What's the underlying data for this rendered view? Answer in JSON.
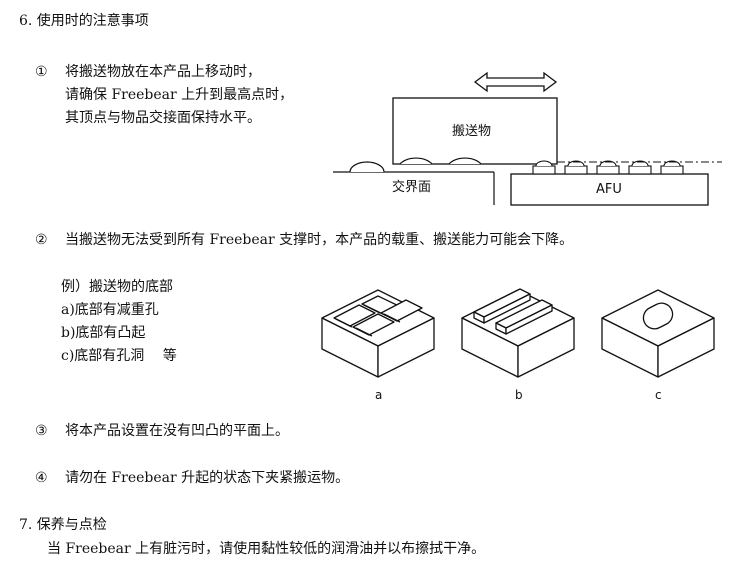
{
  "section6": {
    "title": "6. 使用时的注意事项",
    "item1": {
      "marker": "①",
      "lines": [
        "将搬送物放在本产品上移动时，",
        "请确保 Freebear 上升到最高点时，",
        "其顶点与物品交接面保持水平。"
      ],
      "figure": {
        "load_label": "搬送物",
        "interface_label": "交界面",
        "afu_label": "AFU"
      }
    },
    "item2": {
      "marker": "②",
      "text": "当搬送物无法受到所有 Freebear 支撑时，本产品的载重、搬送能力可能会下降。",
      "examples": [
        "例）搬送物的底部",
        "a)底部有减重孔",
        "b)底部有凸起",
        "c)底部有孔洞　 等"
      ],
      "figure_labels": [
        "a",
        "b",
        "c"
      ]
    },
    "item3": {
      "marker": "③",
      "text": "将本产品设置在没有凹凸的平面上。"
    },
    "item4": {
      "marker": "④",
      "text": "请勿在 Freebear 升起的状态下夹紧搬运物。"
    }
  },
  "section7": {
    "title": "7. 保养与点检",
    "text": "当 Freebear 上有脏污时，请使用黏性较低的润滑油并以布擦拭干净。"
  }
}
